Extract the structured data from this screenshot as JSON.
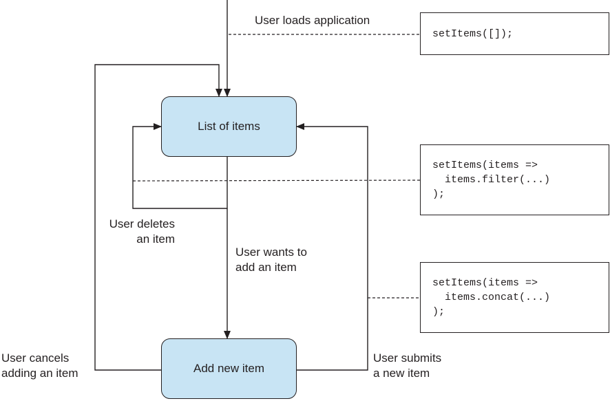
{
  "nodes": {
    "list": "List of items",
    "add": "Add new item"
  },
  "labels": {
    "load": "User loads application",
    "delete": [
      "User deletes",
      "an item"
    ],
    "wants_add": [
      "User wants to",
      "add an item"
    ],
    "cancel": [
      "User cancels",
      "adding an item"
    ],
    "submit": [
      "User submits",
      "a new item"
    ]
  },
  "code": {
    "init": [
      "setItems([]);"
    ],
    "filter": [
      "setItems(items =>",
      "  items.filter(...)",
      ");"
    ],
    "concat": [
      "setItems(items =>",
      "  items.concat(...)",
      ");"
    ]
  },
  "colors": {
    "node_fill": "#c8e4f4",
    "stroke": "#231f20"
  }
}
